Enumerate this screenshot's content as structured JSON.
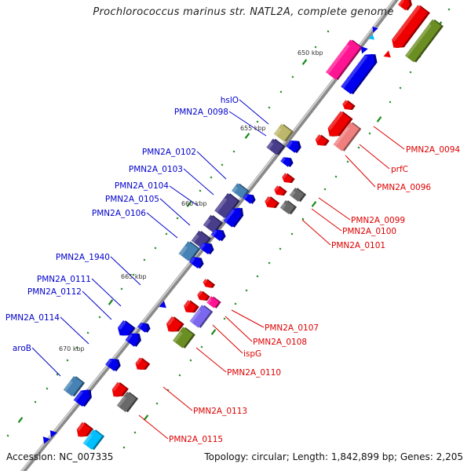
{
  "title": "Prochlorococcus marinus str. NATL2A, complete genome",
  "footer": {
    "accession": "Accession: NC_007335",
    "summary": "Topology: circular; Length: 1,842,899 bp; Genes: 2,205"
  },
  "colors": {
    "backbone": "#808080",
    "forward_label": "#0000cc",
    "reverse_label": "#dd0000",
    "tick": "#1a8a1a",
    "blue_gene": "#0000ee",
    "red_gene": "#ee0000",
    "steel": "#4682b4",
    "indigo": "#483d8b",
    "khaki": "#bdb76b",
    "olive": "#6b8e23",
    "pink": "#ff1493",
    "slate": "#7b68ee",
    "salmon": "#f08080",
    "gray": "#696969",
    "cyan": "#00bfff"
  },
  "ticks": [
    "650 kbp",
    "655 kbp",
    "660 kbp",
    "665 kbp",
    "670 kbp"
  ],
  "labels_left": [
    "hslO",
    "PMN2A_0098",
    "PMN2A_0102",
    "PMN2A_0103",
    "PMN2A_0104",
    "PMN2A_0105",
    "PMN2A_0106",
    "PMN2A_1940",
    "PMN2A_0111",
    "PMN2A_0112",
    "PMN2A_0114",
    "aroB"
  ],
  "labels_right": [
    "PMN2A_0094",
    "prfC",
    "PMN2A_0096",
    "PMN2A_0099",
    "PMN2A_0100",
    "PMN2A_0101",
    "PMN2A_0107",
    "PMN2A_0108",
    "ispG",
    "PMN2A_0110",
    "PMN2A_0113",
    "PMN2A_0115"
  ]
}
